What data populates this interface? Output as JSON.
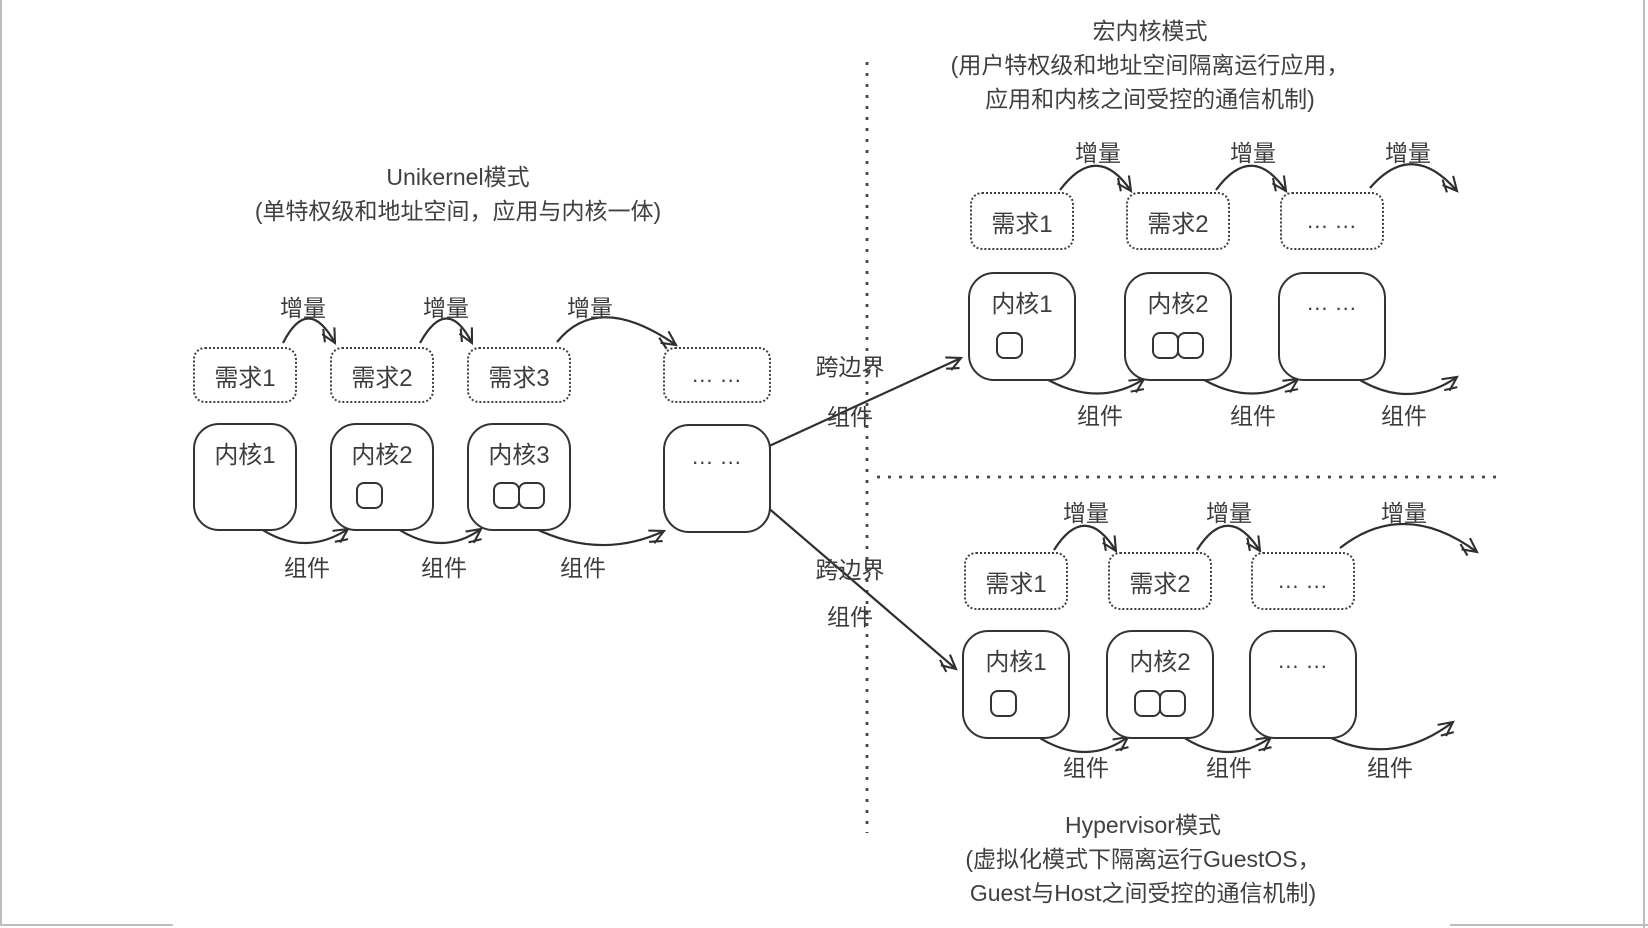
{
  "labels": {
    "increment": "增量",
    "component": "组件",
    "cross_boundary": "跨边界",
    "ellipsis": "... ..."
  },
  "sections": {
    "unikernel": {
      "title": "Unikernel模式",
      "subtitle": "(单特权级和地址空间，应用与内核一体)",
      "demands": [
        "需求1",
        "需求2",
        "需求3",
        "... ..."
      ],
      "kernels": [
        {
          "label": "内核1",
          "component_squares": 0
        },
        {
          "label": "内核2",
          "component_squares": 1
        },
        {
          "label": "内核3",
          "component_squares": 2
        },
        {
          "label": "... ...",
          "component_squares": 0
        }
      ]
    },
    "macrokernel": {
      "title": "宏内核模式",
      "subtitle_lines": [
        "(用户特权级和地址空间隔离运行应用，",
        "应用和内核之间受控的通信机制)"
      ],
      "demands": [
        "需求1",
        "需求2",
        "... ..."
      ],
      "kernels": [
        {
          "label": "内核1",
          "component_squares": 1
        },
        {
          "label": "内核2",
          "component_squares": 2
        },
        {
          "label": "... ...",
          "component_squares": 0
        }
      ]
    },
    "hypervisor": {
      "title": "Hypervisor模式",
      "subtitle_lines": [
        "(虚拟化模式下隔离运行GuestOS，",
        "Guest与Host之间受控的通信机制)"
      ],
      "demands": [
        "需求1",
        "需求2",
        "... ..."
      ],
      "kernels": [
        {
          "label": "内核1",
          "component_squares": 1
        },
        {
          "label": "内核2",
          "component_squares": 2
        },
        {
          "label": "... ...",
          "component_squares": 0
        }
      ]
    }
  }
}
